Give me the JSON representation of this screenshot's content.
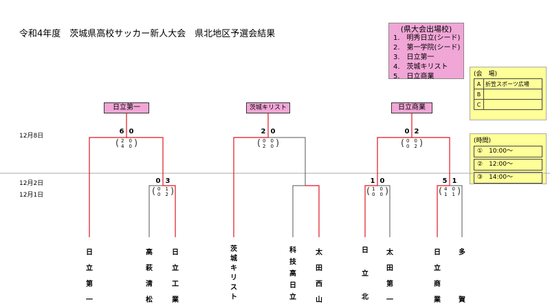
{
  "title": "令和4年度　茨城県高校サッカー新人大会　県北地区予選会結果",
  "qualified": {
    "heading": "(県大会出場校)",
    "items": [
      "1.　明秀日立(シード)",
      "2.　第一学院(シード)",
      "3.　日立第一",
      "4.　茨城キリスト",
      "5.　日立商業"
    ]
  },
  "venue": {
    "heading": "(会　場)",
    "rows": [
      {
        "key": "A",
        "name": "折笠スポーツ広場"
      },
      {
        "key": "B",
        "name": ""
      },
      {
        "key": "C",
        "name": ""
      }
    ]
  },
  "time": {
    "heading": "(時間)",
    "rows": [
      "①　10:00～",
      "②　12:00～",
      "③　14:00～"
    ]
  },
  "dates": {
    "d1": "12月8日",
    "d2": "12月2日",
    "d3": "12月1日"
  },
  "winners": [
    "日立第一",
    "茨城キリスト",
    "日立商業"
  ],
  "matches": {
    "f1": {
      "l": "6",
      "r": "0",
      "s1": "2　0",
      "s2": "4　0"
    },
    "f2": {
      "l": "2",
      "r": "0",
      "s1": "0　0",
      "s2": "2　0"
    },
    "f3": {
      "l": "0",
      "r": "2",
      "s1": "0　0",
      "s2": "0　2"
    },
    "r1": {
      "l": "0",
      "r": "3",
      "s1": "0　1",
      "s2": "0　2"
    },
    "r2": {
      "l": "1",
      "r": "0",
      "s1": "1　0",
      "s2": "0　0"
    },
    "r3": {
      "l": "5",
      "r": "1",
      "s1": "4　0",
      "s2": "1　1"
    }
  },
  "teams": [
    [
      "日",
      "立",
      "第",
      "一"
    ],
    [
      "高",
      "萩",
      "清",
      "松"
    ],
    [
      "日",
      "立",
      "工",
      "業"
    ],
    [
      "茨",
      "城",
      "キ",
      "リ",
      "ス",
      "ト"
    ],
    [
      "科",
      "技",
      "高",
      "日",
      "立"
    ],
    [
      "太",
      "田",
      "西",
      "山"
    ],
    [
      "日",
      "",
      "立",
      "",
      "北"
    ],
    [
      "太",
      "田",
      "第",
      "一"
    ],
    [
      "日",
      "立",
      "商",
      "業"
    ],
    [
      "多",
      "",
      "",
      "賀"
    ]
  ],
  "colors": {
    "win_line": "#e0141e",
    "lose_line": "#555555",
    "pink": "#f0a6d6",
    "yellow": "#ffff99"
  }
}
